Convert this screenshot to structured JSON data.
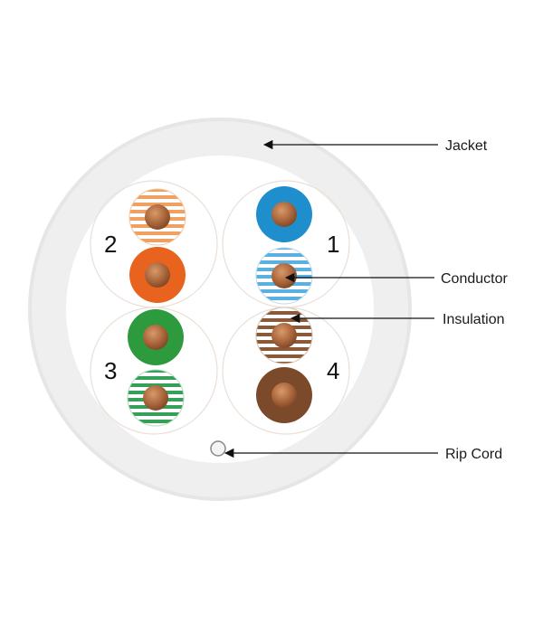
{
  "labels": {
    "jacket": "Jacket",
    "conductor": "Conductor",
    "insulation": "Insulation",
    "rip_cord": "Rip Cord"
  },
  "pairs": [
    {
      "number": "1",
      "solid_color": "#1e8fcc",
      "stripe_color": "#5ab0e0"
    },
    {
      "number": "2",
      "solid_color": "#e8641e",
      "stripe_color": "#f0a060"
    },
    {
      "number": "3",
      "solid_color": "#2e9a3e",
      "stripe_color": "#35a05a"
    },
    {
      "number": "4",
      "solid_color": "#7a4a2a",
      "stripe_color": "#8a5a38"
    }
  ],
  "colors": {
    "jacket": "#eeeeee",
    "jacket_edge": "#dcdcdc",
    "copper": "#b06a3a",
    "pair_outline": "#e8ddd4",
    "arrow": "#111111"
  }
}
